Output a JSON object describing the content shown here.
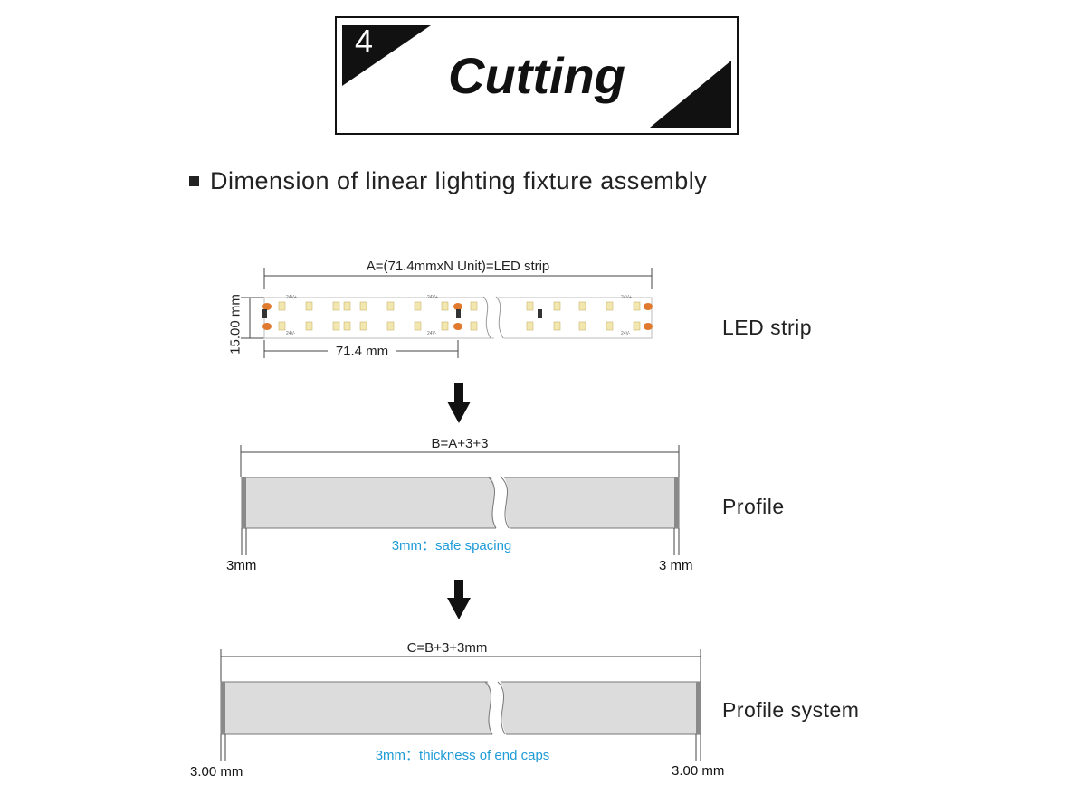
{
  "header": {
    "step_number": "4",
    "title": "Cutting"
  },
  "subtitle": "Dimension of linear lighting fixture assembly",
  "strip": {
    "top_dimension": "A=(71.4mmxN Unit)=LED strip",
    "height_dimension": "15.00 mm",
    "unit_dimension": "71.4 mm",
    "label": "LED strip",
    "pcb_marking_pos": "24V+",
    "pcb_marking_neg": "24V-"
  },
  "profile": {
    "top_dimension": "B=A+3+3",
    "label": "Profile",
    "note": "3mm：safe spacing",
    "left_gap": "3mm",
    "right_gap": "3 mm"
  },
  "profile_system": {
    "top_dimension": "C=B+3+3mm",
    "label": "Profile system",
    "note": "3mm：thickness of end caps",
    "left_gap": "3.00 mm",
    "right_gap": "3.00 mm"
  },
  "colors": {
    "led_phosphor": "#f3e7b0",
    "led_copper": "#e07a2e",
    "profile_fill": "#dcdcdc",
    "end_cap": "#8a8a8a",
    "note_blue": "#1f9bd7"
  }
}
